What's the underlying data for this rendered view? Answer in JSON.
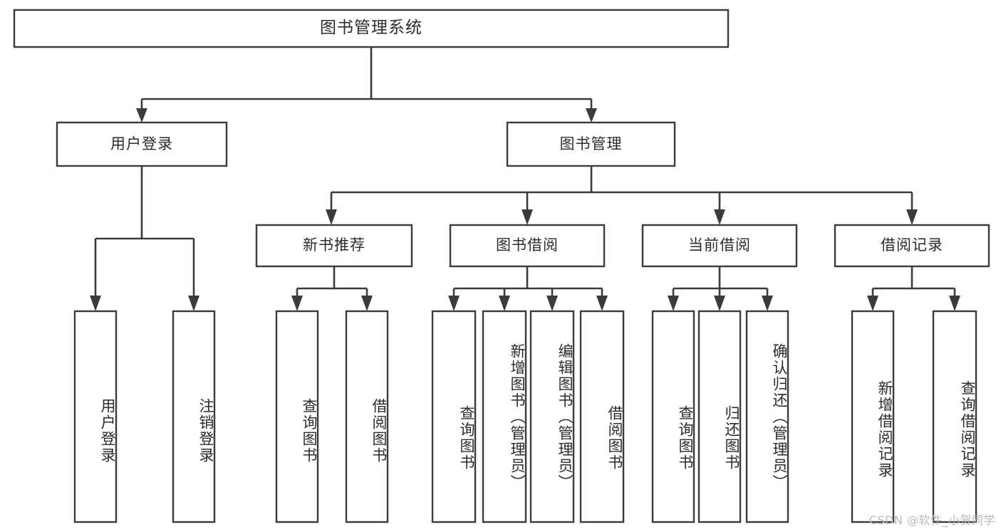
{
  "diagram": {
    "type": "tree-hierarchy",
    "title": "图书管理系统",
    "watermark": "CSDN @软件_小贺同学",
    "nodes": {
      "root": {
        "label": "图书管理系统",
        "orientation": "horizontal"
      },
      "level2": [
        {
          "label": "用户登录",
          "orientation": "horizontal"
        },
        {
          "label": "图书管理",
          "orientation": "horizontal"
        }
      ],
      "level3": [
        {
          "label": "新书推荐",
          "orientation": "horizontal"
        },
        {
          "label": "图书借阅",
          "orientation": "horizontal"
        },
        {
          "label": "当前借阅",
          "orientation": "horizontal"
        },
        {
          "label": "借阅记录",
          "orientation": "horizontal"
        }
      ],
      "leaves_user_login": [
        {
          "label": "用户登录",
          "orientation": "vertical"
        },
        {
          "label": "注销登录",
          "orientation": "vertical"
        }
      ],
      "leaves_new_book": [
        {
          "label": "查询图书",
          "orientation": "vertical"
        },
        {
          "label": "借阅图书",
          "orientation": "vertical"
        }
      ],
      "leaves_borrow": [
        {
          "label": "查询图书",
          "orientation": "vertical"
        },
        {
          "label": "新增图书（管理员）",
          "orientation": "vertical"
        },
        {
          "label": "编辑图书（管理员）",
          "orientation": "vertical"
        },
        {
          "label": "借阅图书",
          "orientation": "vertical"
        }
      ],
      "leaves_current": [
        {
          "label": "查询图书",
          "orientation": "vertical"
        },
        {
          "label": "归还图书",
          "orientation": "vertical"
        },
        {
          "label": "确认归还（管理员）",
          "orientation": "vertical"
        }
      ],
      "leaves_records": [
        {
          "label": "新增借阅记录",
          "orientation": "vertical"
        },
        {
          "label": "查询借阅记录",
          "orientation": "vertical"
        }
      ]
    },
    "colors": {
      "stroke": "#3b3b3b",
      "fill": "#ffffff",
      "text": "#2b2b2b",
      "watermark": "#b9b9b9",
      "background": "#ffffff"
    }
  }
}
